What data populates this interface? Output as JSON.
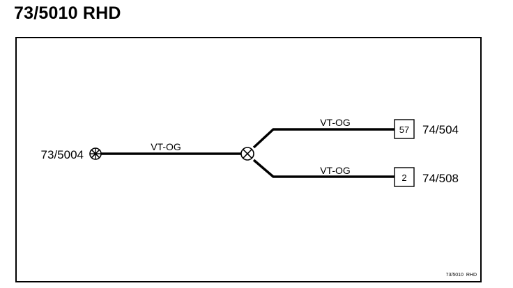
{
  "title": "73/5010 RHD",
  "footer_label": "73/5010  RHD",
  "colors": {
    "line": "#000000",
    "background": "#ffffff"
  },
  "connectors": {
    "source": {
      "label": "73/5004",
      "symbol": "crossed-circle-icon"
    },
    "splice": {
      "symbol": "crossed-circle-icon"
    },
    "target_upper": {
      "pin": "57",
      "label": "74/504"
    },
    "target_lower": {
      "pin": "2",
      "label": "74/508"
    }
  },
  "wires": {
    "main": {
      "color_code": "VT-OG"
    },
    "upper": {
      "color_code": "VT-OG"
    },
    "lower": {
      "color_code": "VT-OG"
    }
  }
}
